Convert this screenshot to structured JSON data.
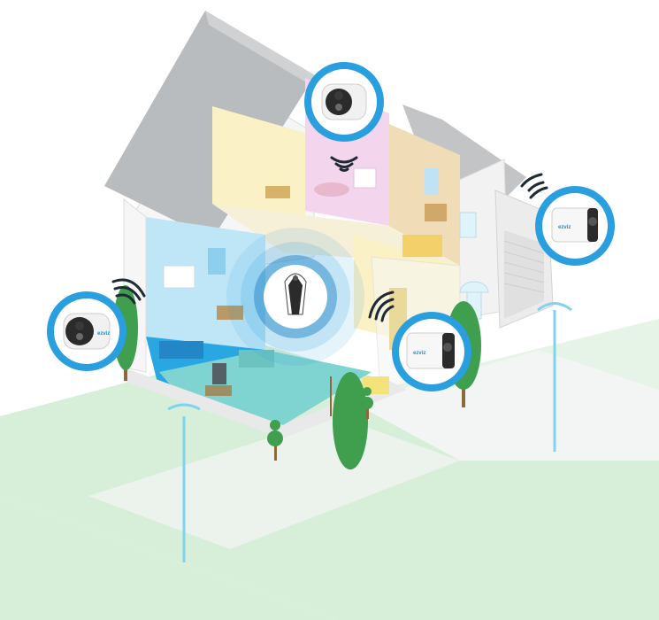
{
  "scene": {
    "description_tag": "smart-home-camera-illustration",
    "cameras": [
      {
        "id": "camera-top",
        "brand": "",
        "type": "round-camera"
      },
      {
        "id": "camera-right",
        "brand": "ezviz",
        "type": "bullet-camera"
      },
      {
        "id": "camera-left",
        "brand": "ezviz",
        "type": "round-camera"
      },
      {
        "id": "camera-center-right",
        "brand": "ezviz",
        "type": "bullet-camera"
      },
      {
        "id": "hub-center",
        "brand": "",
        "type": "base-station"
      }
    ],
    "icons": [
      "wifi-signal-icon",
      "camera-icon",
      "hub-icon",
      "tree-icon",
      "street-lamp-icon"
    ],
    "colors": {
      "accent_blue": "#1e90d6",
      "badge_ring": "#2a9fe0",
      "badge_ring_dark": "#1781c4",
      "lawn_green": "#d7eed9",
      "road_white": "#f3f5f4",
      "wall_white": "#f6f6f6",
      "roof_gray": "#b9bcbe",
      "living_blue": "#29a7e3",
      "floor_teal": "#7fd3d1",
      "bedroom_pink": "#f3d6ee",
      "attic_yellow": "#fbf1c6",
      "tree_green": "#3f9f4e",
      "trunk_brown": "#8a6a3a",
      "lamp_blue": "#7fd3f0"
    }
  }
}
